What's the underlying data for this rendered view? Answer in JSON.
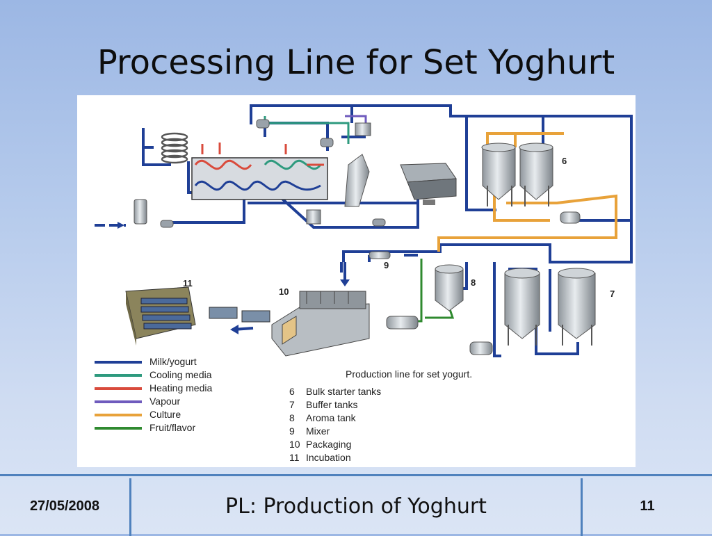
{
  "slide": {
    "title": "Processing Line for Set Yoghurt"
  },
  "diagram": {
    "caption": "Production line for set yogurt.",
    "legend": [
      {
        "label": "Milk/yogurt",
        "color": "#1f3f96"
      },
      {
        "label": "Cooling media",
        "color": "#2e9a7e"
      },
      {
        "label": "Heating media",
        "color": "#d94b3c"
      },
      {
        "label": "Vapour",
        "color": "#6f5bbd"
      },
      {
        "label": "Culture",
        "color": "#e8a23a"
      },
      {
        "label": "Fruit/flavor",
        "color": "#2f8a2f"
      }
    ],
    "key": [
      {
        "num": "6",
        "label": "Bulk starter tanks"
      },
      {
        "num": "7",
        "label": "Buffer tanks"
      },
      {
        "num": "8",
        "label": "Aroma tank"
      },
      {
        "num": "9",
        "label": "Mixer"
      },
      {
        "num": "10",
        "label": "Packaging"
      },
      {
        "num": "11",
        "label": "Incubation"
      }
    ],
    "tags": {
      "n6": "6",
      "n7": "7",
      "n8": "8",
      "n9": "9",
      "n10": "10",
      "n11": "11"
    }
  },
  "footer": {
    "date": "27/05/2008",
    "center": "PL: Production of Yoghurt",
    "page": "11"
  }
}
